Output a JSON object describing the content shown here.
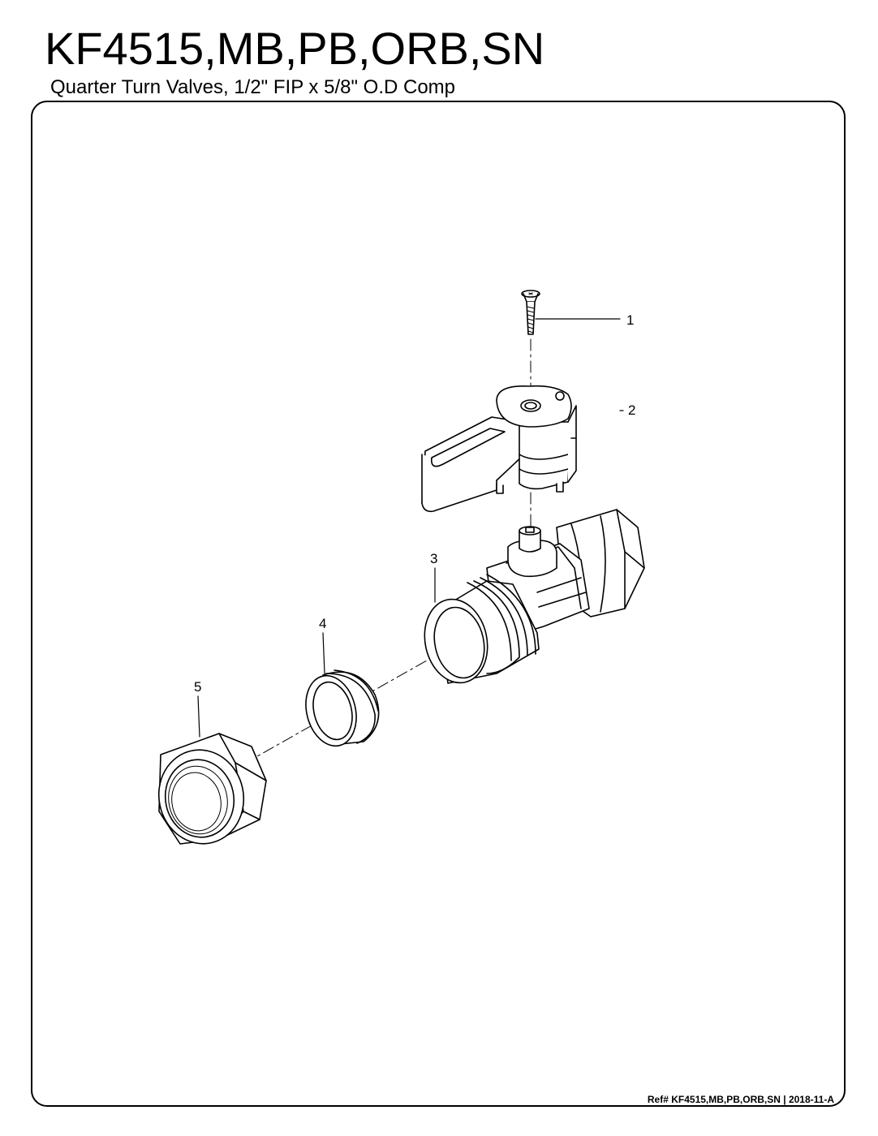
{
  "header": {
    "title": "KF4515,MB,PB,ORB,SN",
    "subtitle": "Quarter Turn Valves, 1/2\" FIP x 5/8\" O.D Comp"
  },
  "callouts": {
    "part_1": "1",
    "part_2": "2",
    "part_3": "3",
    "part_4": "4",
    "part_5": "5"
  },
  "footer": {
    "reference": "Ref# KF4515,MB,PB,ORB,SN | 2018-11-A"
  }
}
